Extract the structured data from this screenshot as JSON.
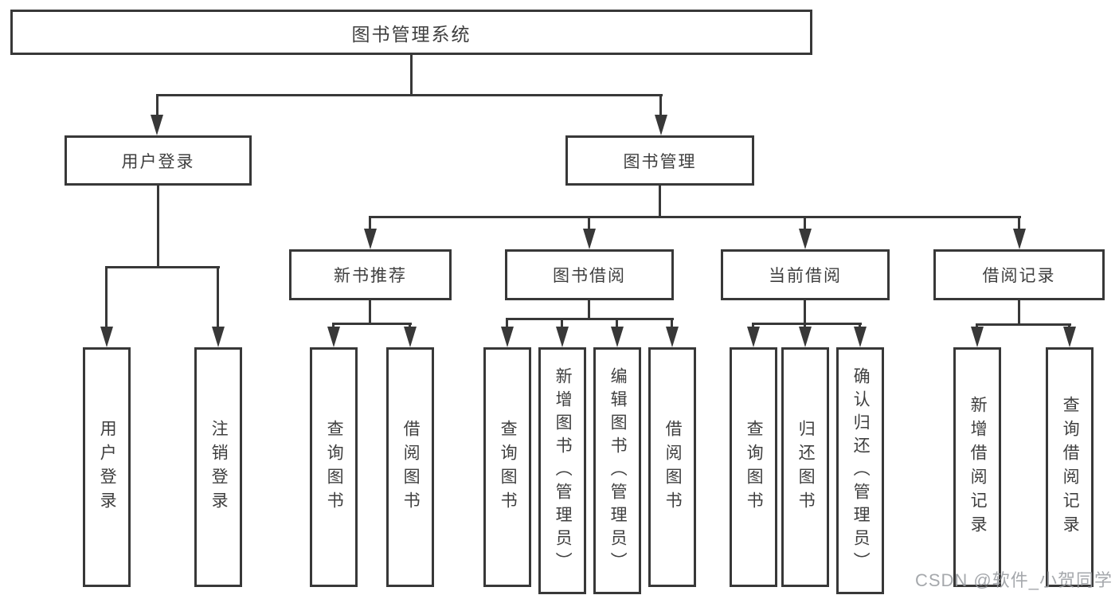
{
  "colors": {
    "line": "#383838",
    "box_border": "#383838",
    "box_background": "#ffffff",
    "text": "#3f3f3f",
    "watermark": "#96999e"
  },
  "watermark": {
    "text": "CSDN @软件_小贺同学"
  },
  "diagram": {
    "type": "hierarchy-flowchart",
    "root_label": "图书管理系统",
    "branches": [
      {
        "label": "用户登录",
        "children": [
          {
            "label": "用户登录"
          },
          {
            "label": "注销登录"
          }
        ]
      },
      {
        "label": "图书管理",
        "children": [
          {
            "label": "新书推荐",
            "children": [
              {
                "label": "查询图书"
              },
              {
                "label": "借阅图书"
              }
            ]
          },
          {
            "label": "图书借阅",
            "children": [
              {
                "label": "查询图书"
              },
              {
                "label": "新增图书（管理员）"
              },
              {
                "label": "编辑图书（管理员）"
              },
              {
                "label": "借阅图书"
              }
            ]
          },
          {
            "label": "当前借阅",
            "children": [
              {
                "label": "查询图书"
              },
              {
                "label": "归还图书"
              },
              {
                "label": "确认归还（管理员）"
              }
            ]
          },
          {
            "label": "借阅记录",
            "children": [
              {
                "label": "新增借阅记录"
              },
              {
                "label": "查询借阅记录"
              }
            ]
          }
        ]
      }
    ]
  }
}
